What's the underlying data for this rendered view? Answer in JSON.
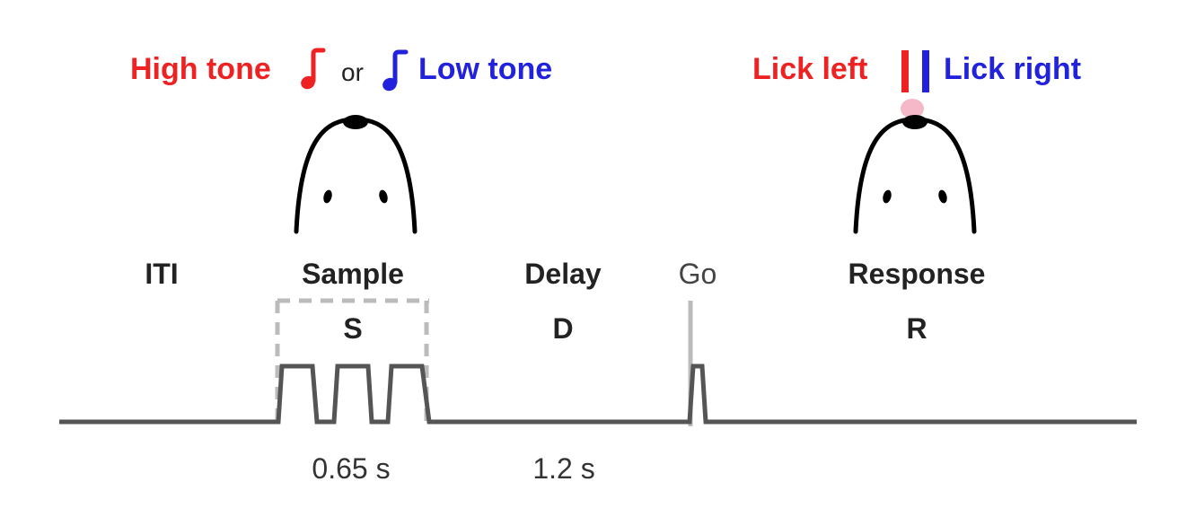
{
  "stimulus": {
    "high_tone": "High tone",
    "or": "or",
    "low_tone": "Low tone"
  },
  "response_options": {
    "lick_left": "Lick left",
    "lick_right": "Lick right"
  },
  "epochs": {
    "iti": "ITI",
    "sample": "Sample",
    "delay": "Delay",
    "go": "Go",
    "response": "Response"
  },
  "epoch_codes": {
    "sample": "S",
    "delay": "D",
    "response": "R"
  },
  "durations": {
    "sample": "0.65 s",
    "delay": "1.2 s"
  },
  "colors": {
    "high_tone": "#ee2222",
    "low_tone": "#2222dd",
    "timeline": "#555555",
    "go_marker": "#bbbbbb",
    "sample_box": "#bbbbbb",
    "tongue": "#f4b8c8",
    "text": "#222222",
    "text_light": "#444444"
  },
  "icons": {
    "high_note": "music-note-icon",
    "low_note": "music-note-icon",
    "mouse_sample": "mouse-head-icon",
    "mouse_response": "mouse-head-licking-icon",
    "left_port": "lick-port-left-icon",
    "right_port": "lick-port-right-icon"
  }
}
